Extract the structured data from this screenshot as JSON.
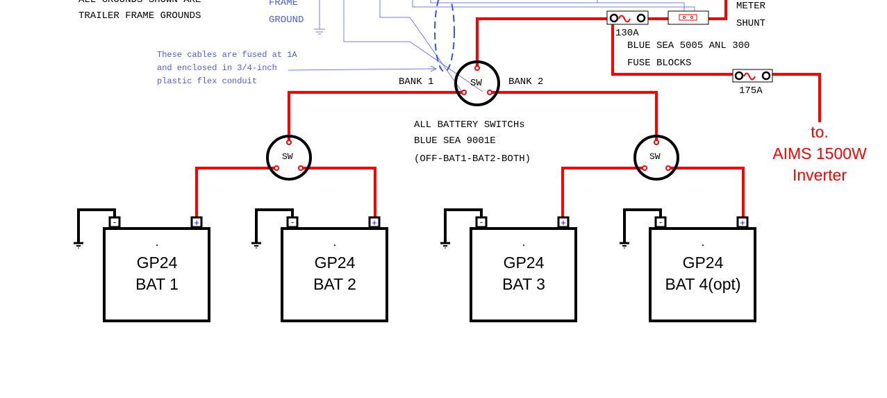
{
  "notes": {
    "top_left_partial": "ALL GROUNDS SHOWN ARE",
    "trailer_frame": "TRAILER FRAME GROUNDS",
    "frame": "FRAME",
    "ground": "GROUND"
  },
  "conduit_note": [
    "These cables are fused at 1A",
    "and enclosed in 3/4-inch",
    "plastic flex conduit"
  ],
  "main_switch": {
    "label": "SW",
    "bank1": "BANK 1",
    "bank2": "BANK 2"
  },
  "switch_note": [
    "ALL BATTERY SWITCHs",
    "BLUE SEA 9001E",
    "(OFF-BAT1-BAT2-BOTH)"
  ],
  "fuses": {
    "f1": "130A",
    "f2": "175A",
    "note": [
      "BLUE SEA 5005 ANL 300",
      "FUSE BLOCKS"
    ]
  },
  "shunt": [
    "METER",
    "SHUNT"
  ],
  "inverter": [
    "to.",
    "AIMS 1500W",
    "Inverter"
  ],
  "sub_switch_label": "SW",
  "terminals": {
    "neg": "-",
    "pos": "+"
  },
  "batteries": [
    {
      "type": "GP24",
      "name": "BAT 1"
    },
    {
      "type": "GP24",
      "name": "BAT 2"
    },
    {
      "type": "GP24",
      "name": "BAT 3"
    },
    {
      "type": "GP24",
      "name": "BAT 4(opt)"
    }
  ],
  "colors": {
    "positive": "#ff0000",
    "ground": "#000000",
    "signal": "#4a5cf0"
  }
}
